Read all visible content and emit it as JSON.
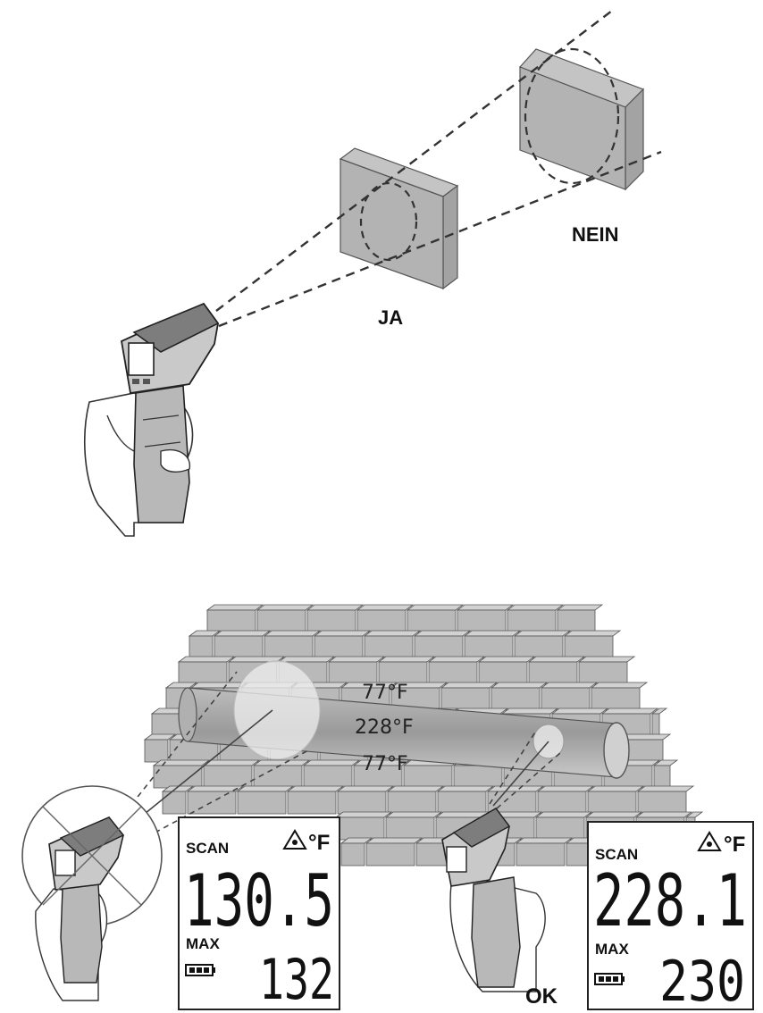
{
  "top": {
    "label_yes": "JA",
    "label_no": "NEIN"
  },
  "wall": {
    "temp_upper": "77°F",
    "temp_pipe": "228°F",
    "temp_lower": "77°F"
  },
  "display_left": {
    "mode": "SCAN",
    "unit": "°F",
    "reading": "130.5",
    "max_label": "MAX",
    "max_value": "132"
  },
  "display_right": {
    "mode": "SCAN",
    "unit": "°F",
    "reading": "228.1",
    "max_label": "MAX",
    "max_value": "230"
  },
  "ok_label": "OK"
}
